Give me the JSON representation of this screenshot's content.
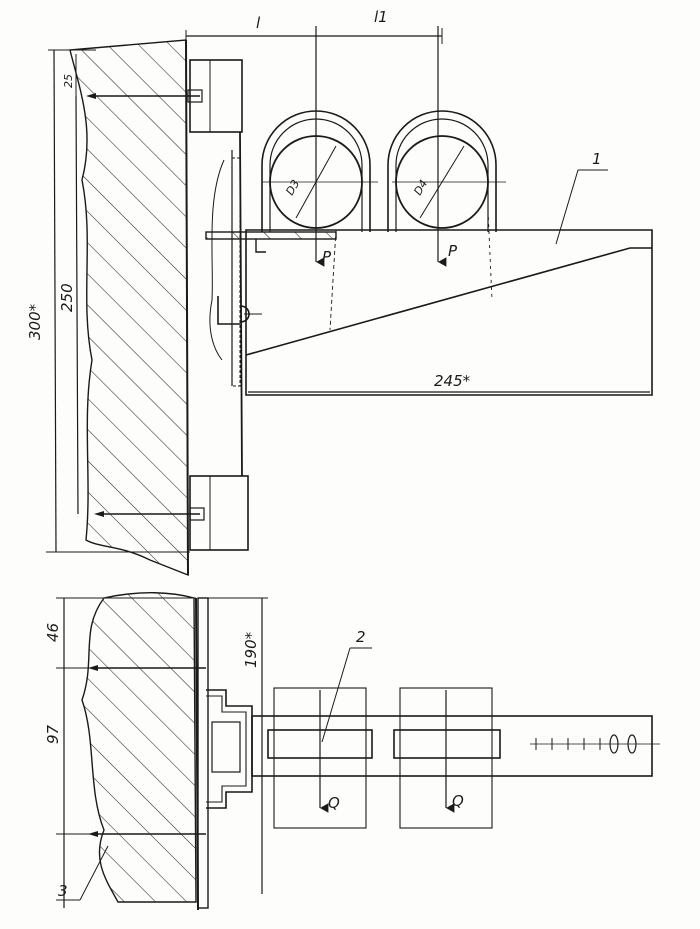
{
  "top_view": {
    "dim_l": "l",
    "dim_l1": "l1",
    "dim_25": "25",
    "dim_250": "250",
    "dim_300": "300*",
    "dim_245": "245*",
    "pipe1_dia": "D3",
    "pipe2_dia": "D4",
    "load1": "P",
    "load2": "P",
    "callout_1": "1"
  },
  "bottom_view": {
    "dim_46": "46",
    "dim_97": "97",
    "dim_190": "190*",
    "load1": "Q",
    "load2": "Q",
    "callout_2": "2",
    "callout_3": "3"
  },
  "colors": {
    "ink": "#1a1a1a",
    "paper": "#fdfdfb"
  }
}
